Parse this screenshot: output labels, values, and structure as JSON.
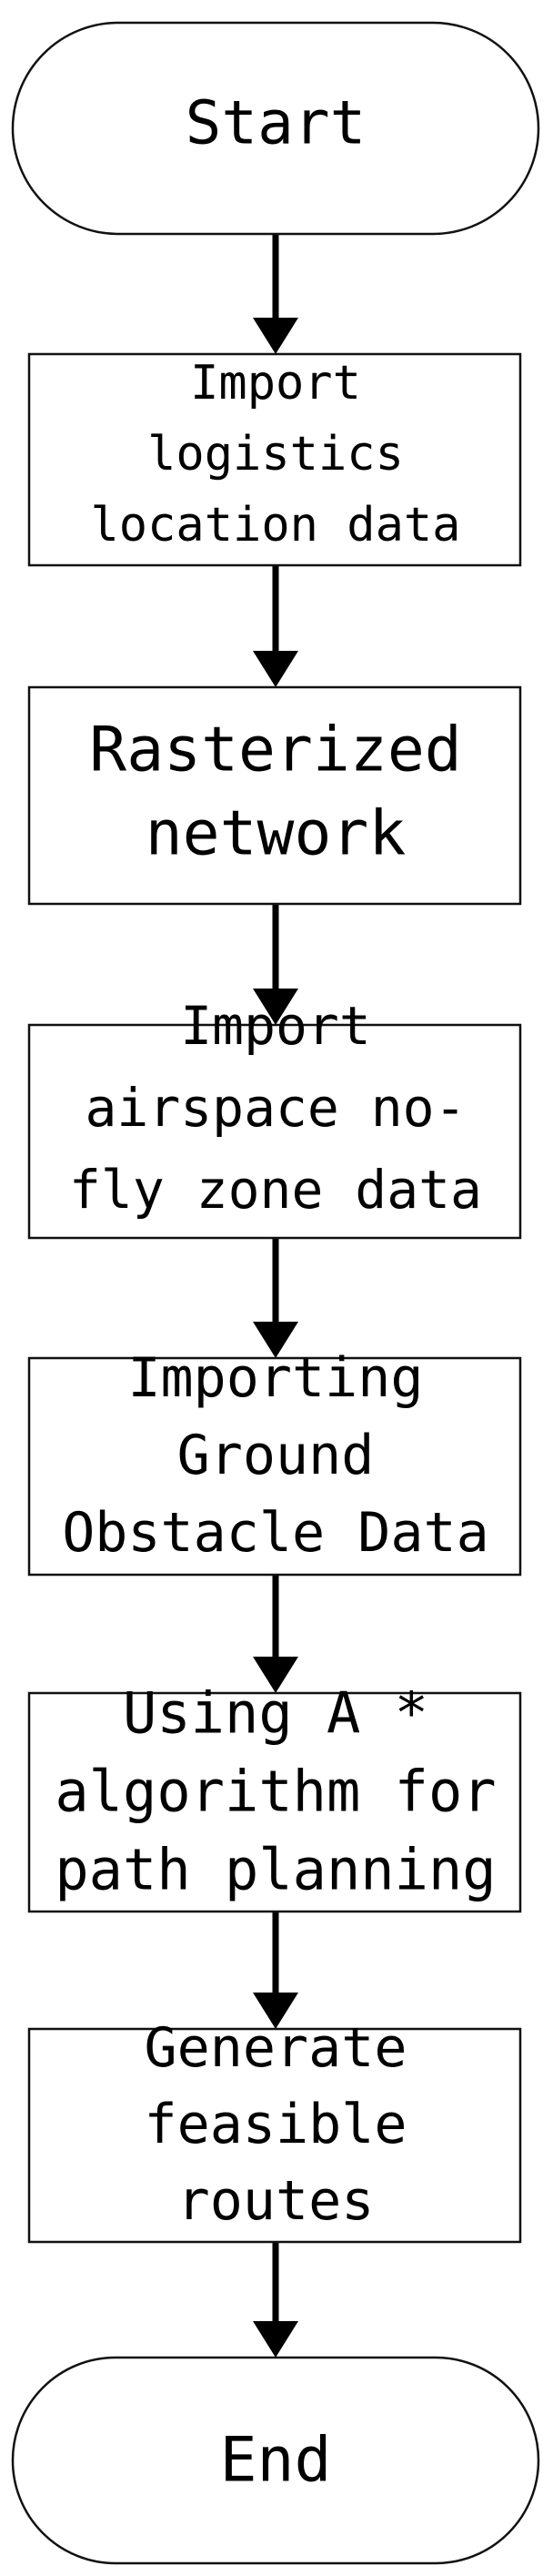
{
  "nodes": [
    {
      "id": "start",
      "shape": "terminal",
      "lines": [
        "Start"
      ]
    },
    {
      "id": "import-logistics",
      "shape": "process",
      "lines": [
        "Import",
        "logistics",
        "location data"
      ]
    },
    {
      "id": "rasterized-network",
      "shape": "process",
      "lines": [
        "Rasterized",
        "network"
      ]
    },
    {
      "id": "import-airspace",
      "shape": "process",
      "lines": [
        "Import",
        "airspace no-",
        "fly zone data"
      ]
    },
    {
      "id": "import-ground",
      "shape": "process",
      "lines": [
        "Importing",
        "Ground",
        "Obstacle Data"
      ]
    },
    {
      "id": "a-star",
      "shape": "process",
      "lines": [
        "Using A *",
        "algorithm for",
        "path planning"
      ]
    },
    {
      "id": "generate-routes",
      "shape": "process",
      "lines": [
        "Generate",
        "feasible",
        "routes"
      ]
    },
    {
      "id": "end",
      "shape": "terminal",
      "lines": [
        "End"
      ]
    }
  ],
  "edges": [
    {
      "from": "start",
      "to": "import-logistics"
    },
    {
      "from": "import-logistics",
      "to": "rasterized-network"
    },
    {
      "from": "rasterized-network",
      "to": "import-airspace"
    },
    {
      "from": "import-airspace",
      "to": "import-ground"
    },
    {
      "from": "import-ground",
      "to": "a-star"
    },
    {
      "from": "a-star",
      "to": "generate-routes"
    },
    {
      "from": "generate-routes",
      "to": "end"
    }
  ]
}
